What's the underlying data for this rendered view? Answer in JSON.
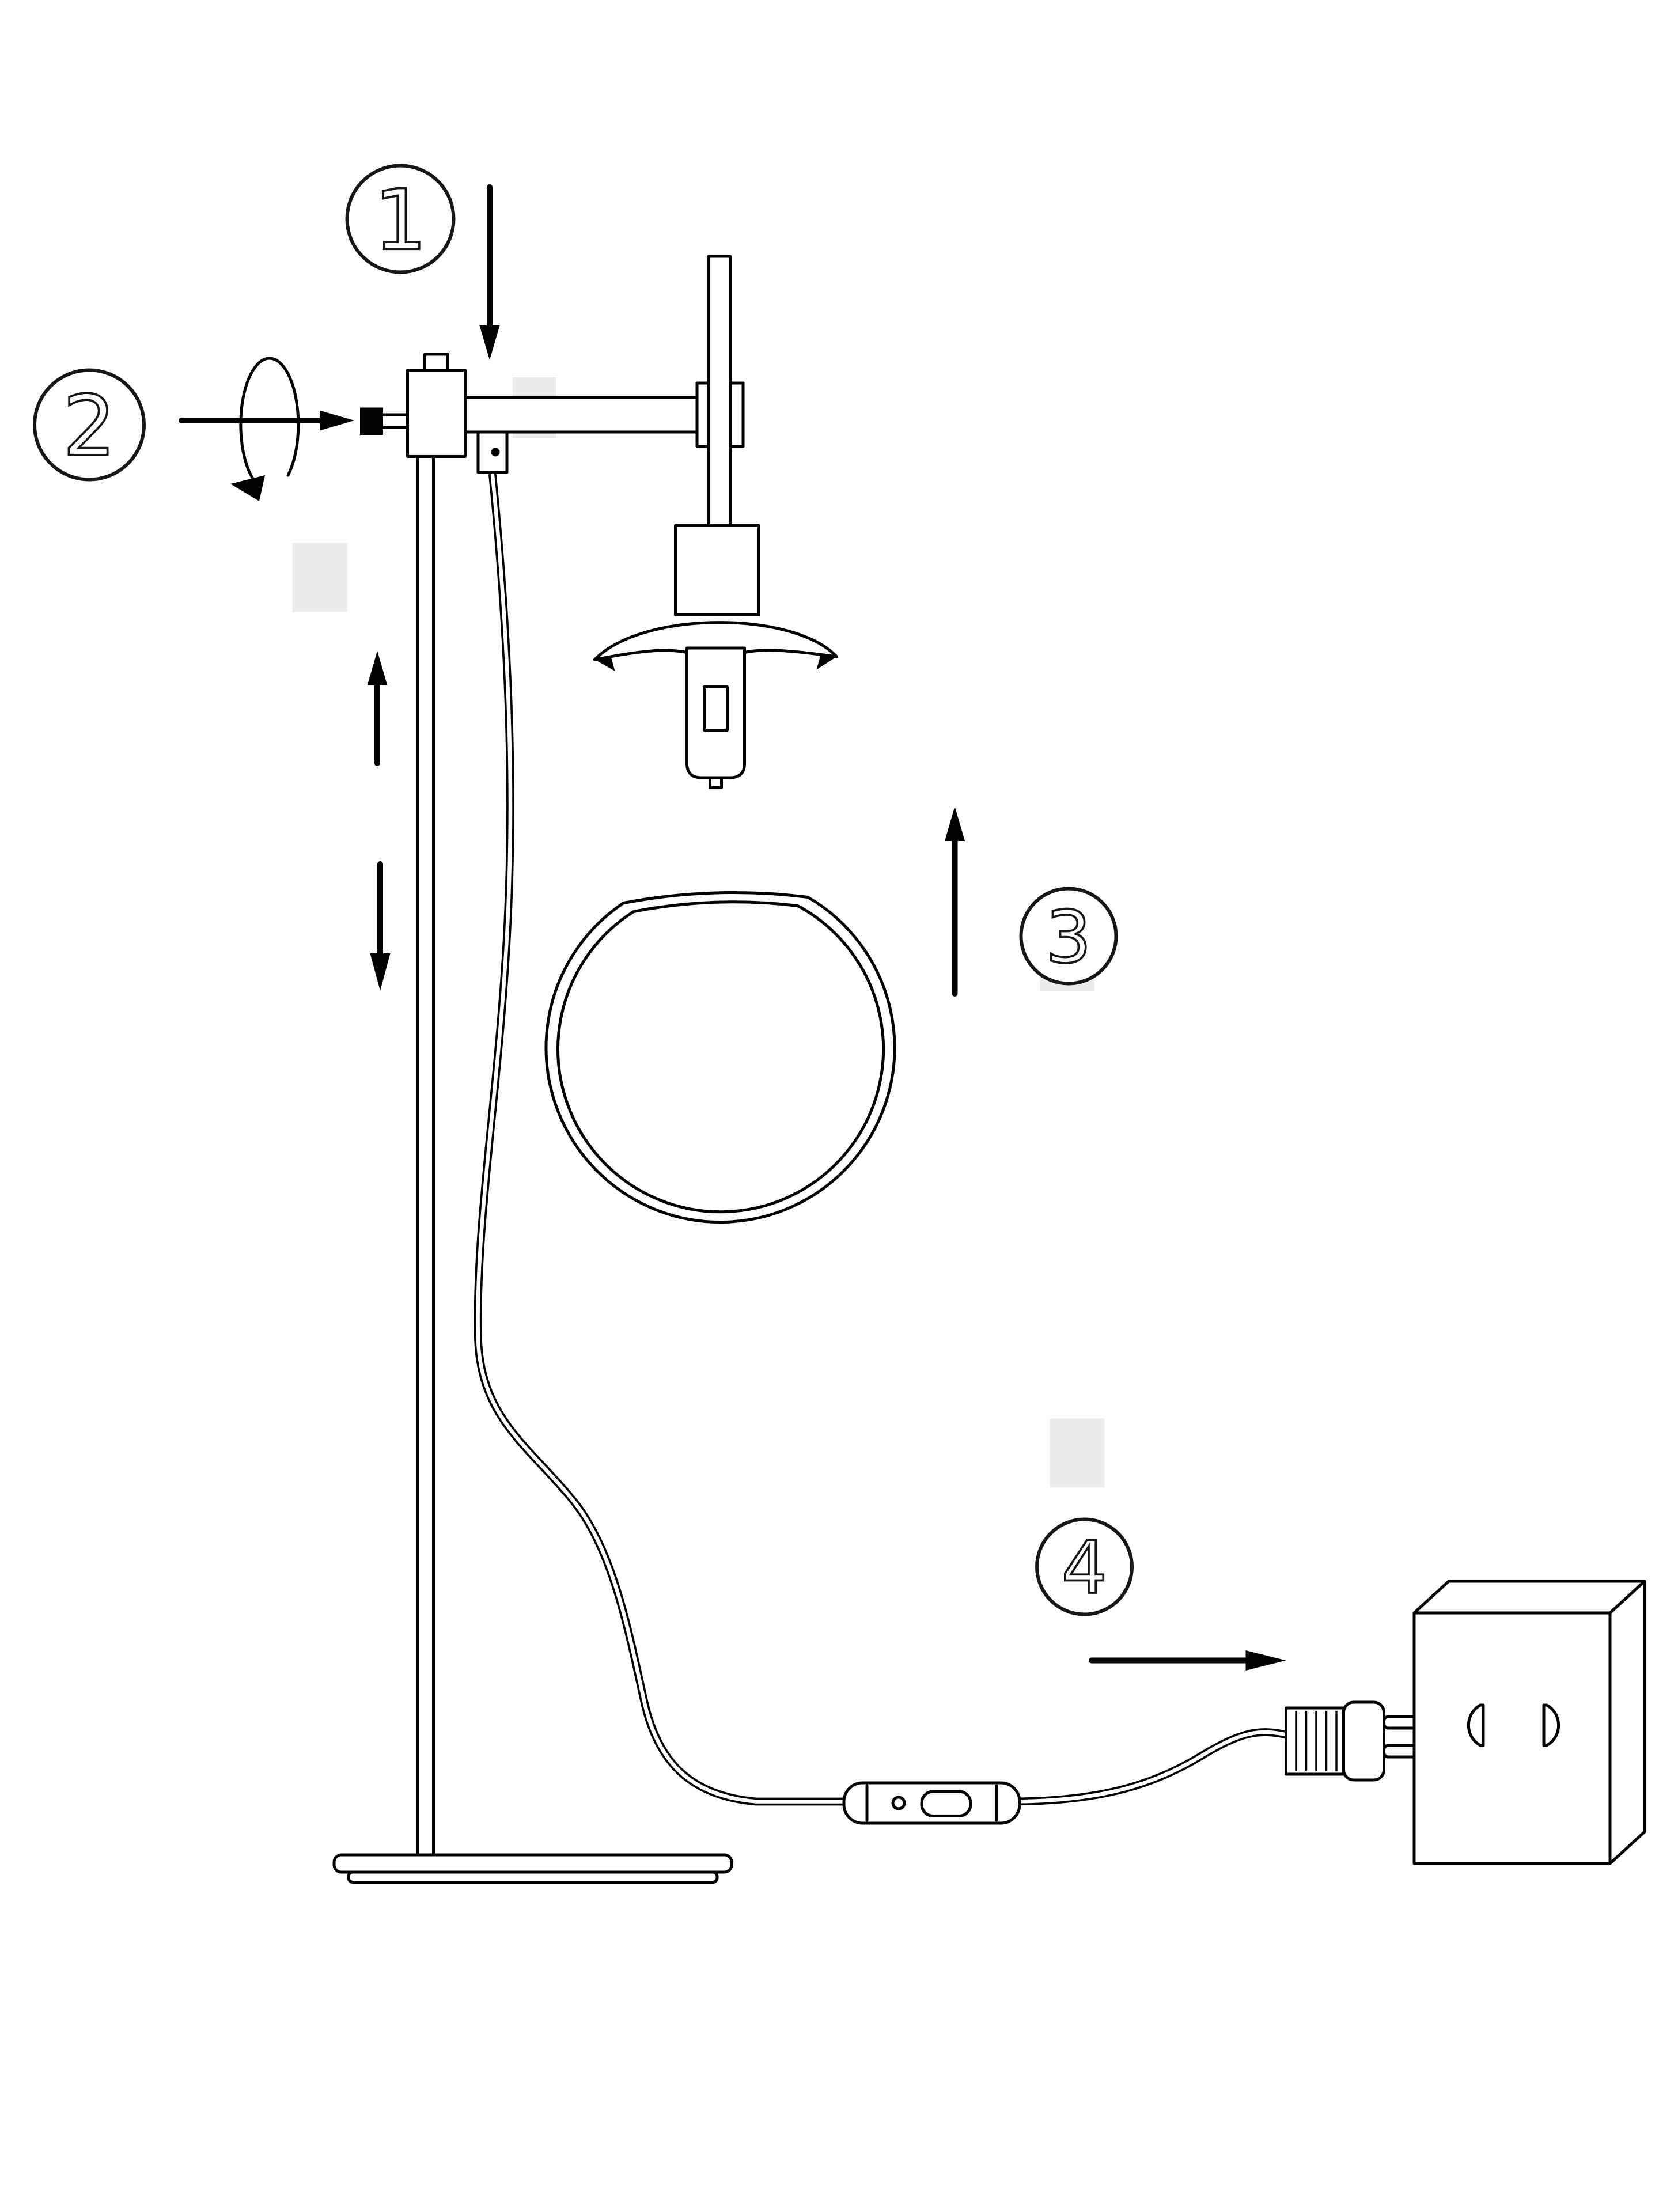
{
  "diagram": {
    "steps": [
      {
        "label": "1"
      },
      {
        "label": "2"
      },
      {
        "label": "3"
      },
      {
        "label": "4"
      }
    ]
  },
  "colors": {
    "line": "#000000",
    "ghost": "#ececec",
    "background": "#ffffff"
  }
}
